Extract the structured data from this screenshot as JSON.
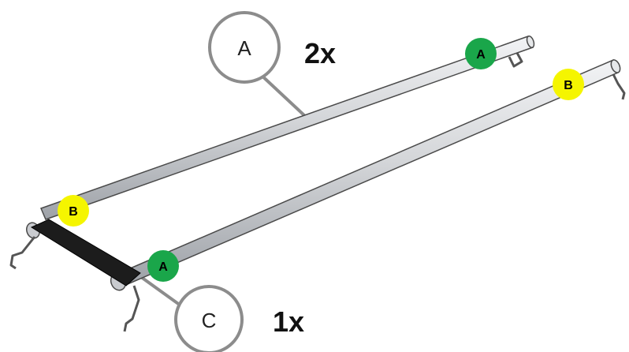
{
  "callouts": [
    {
      "letter": "A",
      "quantity": "2x"
    },
    {
      "letter": "C",
      "quantity": "1x"
    }
  ],
  "badges": [
    {
      "letter": "A",
      "color": "#1aa64a",
      "text_color": "#000000"
    },
    {
      "letter": "B",
      "color": "#f5f500",
      "text_color": "#000000"
    },
    {
      "letter": "B",
      "color": "#f5f500",
      "text_color": "#000000"
    },
    {
      "letter": "A",
      "color": "#1aa64a",
      "text_color": "#000000"
    }
  ],
  "colors": {
    "rod_fill": "#d4d6d9",
    "rod_outline": "#4a4a4a",
    "strap": "#1c1c1c",
    "callout_ring": "#8c8c8c"
  }
}
